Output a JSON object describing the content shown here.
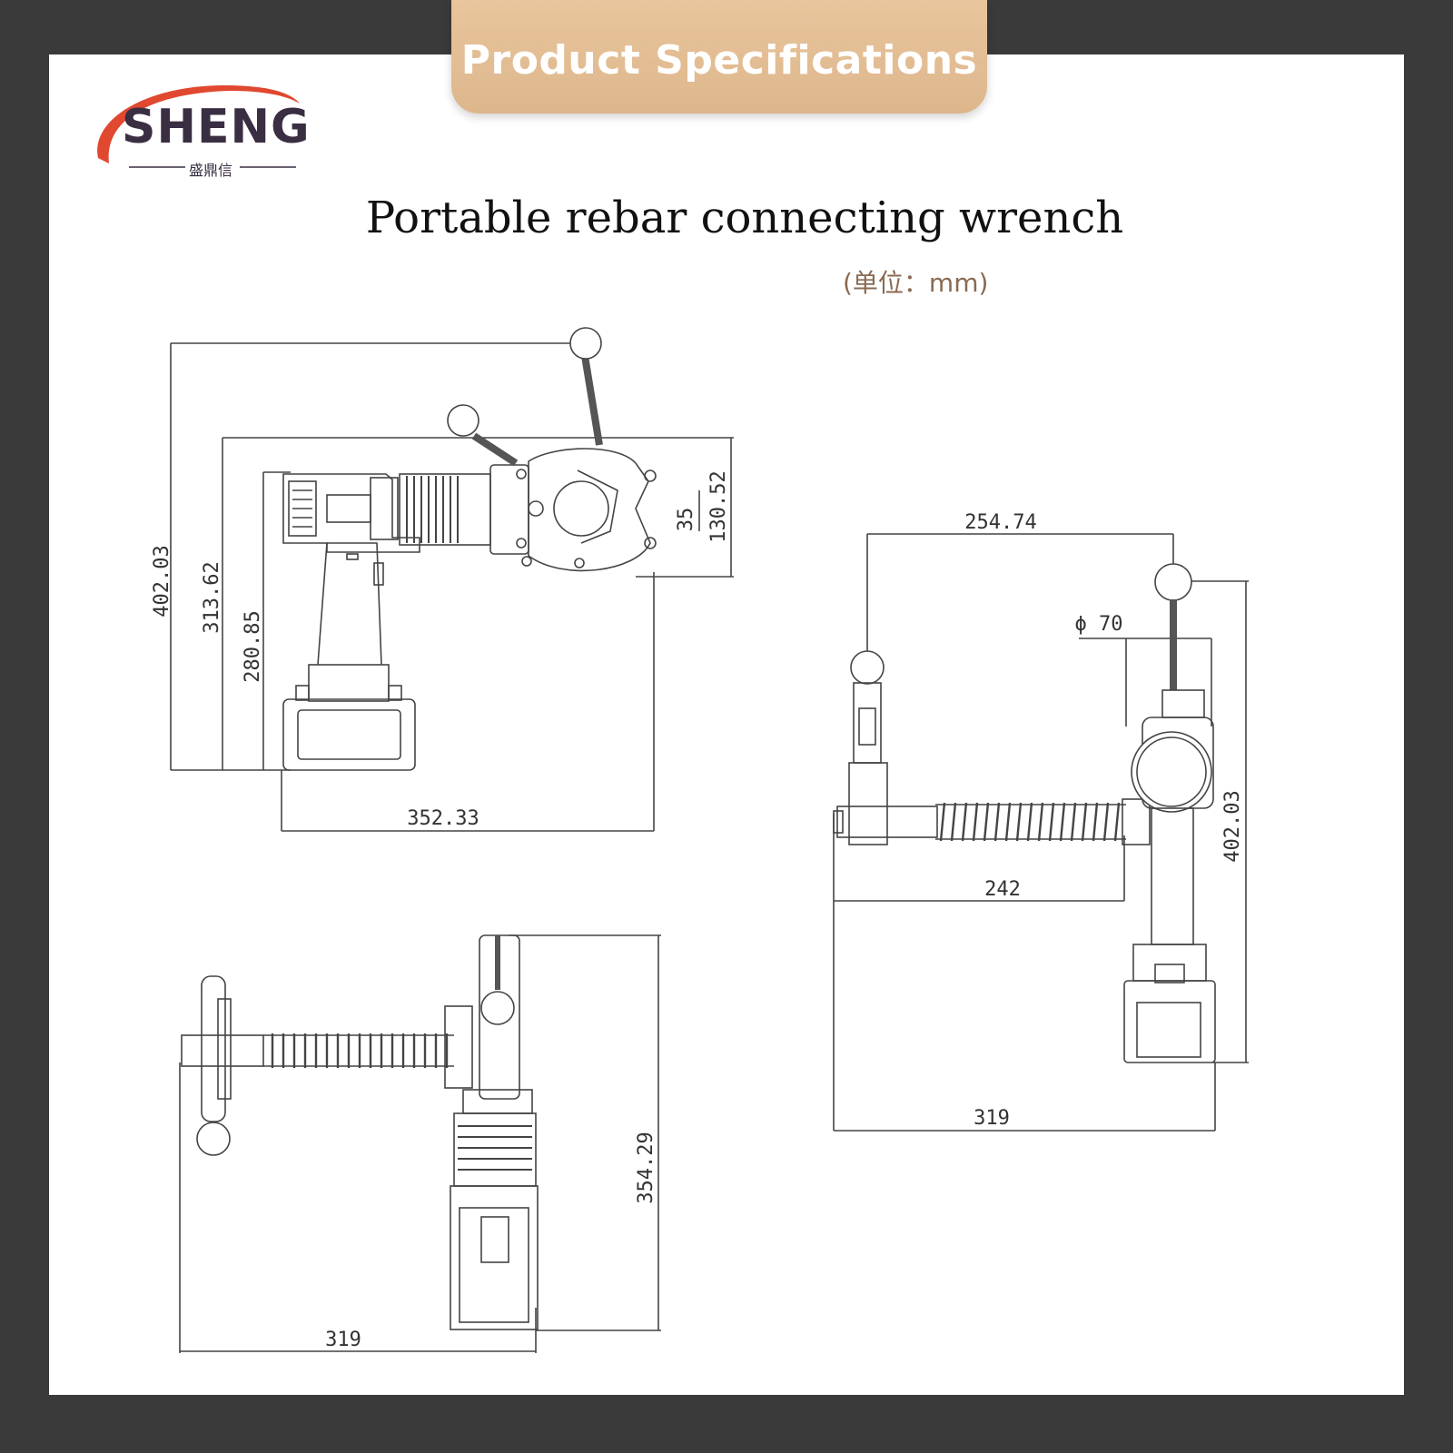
{
  "banner": {
    "label": "Product Specifications"
  },
  "logo": {
    "brand": "SHENG",
    "sub": "盛鼎信"
  },
  "title": "Portable rebar connecting wrench",
  "unit": "(单位：mm)",
  "dimensions": {
    "side_total_height": "402.03",
    "side_mid_height": "313.62",
    "side_handle_height": "280.85",
    "side_width": "352.33",
    "jaw_opening": "35",
    "head_height": "130.52",
    "right_top_width": "254.74",
    "right_diameter": "ϕ 70",
    "right_mid_width": "242",
    "right_height": "402.03",
    "right_bottom_width": "319",
    "bottom_height": "354.29",
    "bottom_width": "319"
  },
  "colors": {
    "banner": "#e2bc92",
    "frame": "#3a3a3a",
    "logo_arc": "#e0482f",
    "logo_text": "#3a2e43"
  }
}
